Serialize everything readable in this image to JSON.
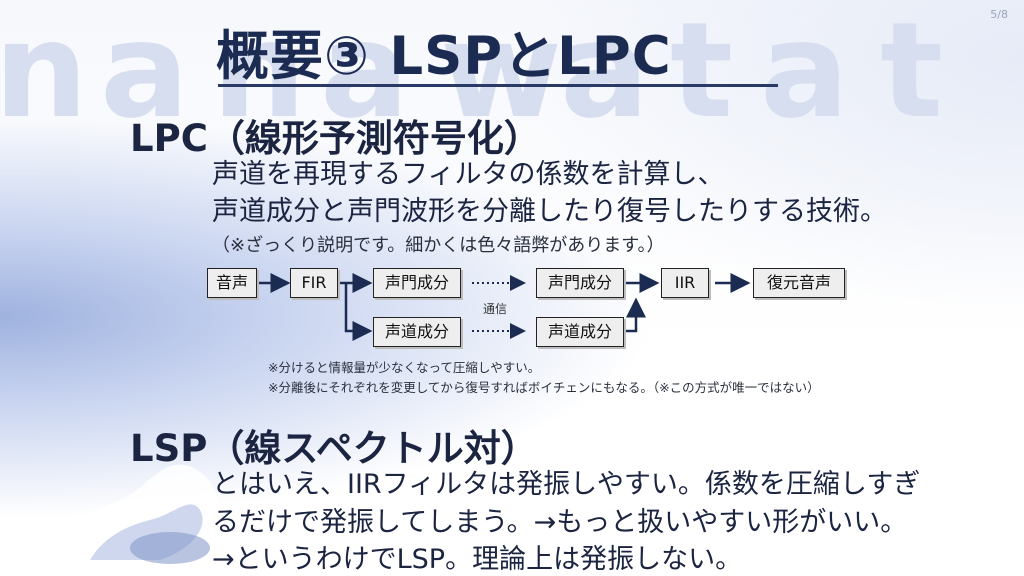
{
  "background": {
    "watermark_letters": [
      "n",
      "a",
      "n",
      "a",
      "w",
      "a",
      "t",
      "a",
      "t"
    ],
    "accent": "#1b2b52"
  },
  "page_number": "5/8",
  "title": "概要③ LSPとLPC",
  "lpc": {
    "heading": "LPC（線形予測符号化）",
    "lines": [
      "声道を再現するフィルタの係数を計算し、",
      "声道成分と声門波形を分離したり復号したりする技術。"
    ],
    "note": "（※ざっくり説明です。細かくは色々語弊があります。）"
  },
  "diagram": {
    "boxes": {
      "voice": "音声",
      "fir": "FIR",
      "glottal_1": "声門成分",
      "glottal_2": "声門成分",
      "vocal_1": "声道成分",
      "vocal_2": "声道成分",
      "iir": "IIR",
      "restored": "復元音声"
    },
    "comm_label": "通信"
  },
  "notes": [
    "※分けると情報量が少なくなって圧縮しやすい。",
    "※分離後にそれぞれを変更してから復号すればボイチェンにもなる。（※この方式が唯一ではない）"
  ],
  "lsp": {
    "heading": "LSP（線スペクトル対）",
    "lines": [
      "とはいえ、IIRフィルタは発振しやすい。係数を圧縮しすぎ",
      "るだけで発振してしまう。→もっと扱いやすい形がいい。",
      "→というわけでLSP。理論上は発振しない。"
    ]
  }
}
